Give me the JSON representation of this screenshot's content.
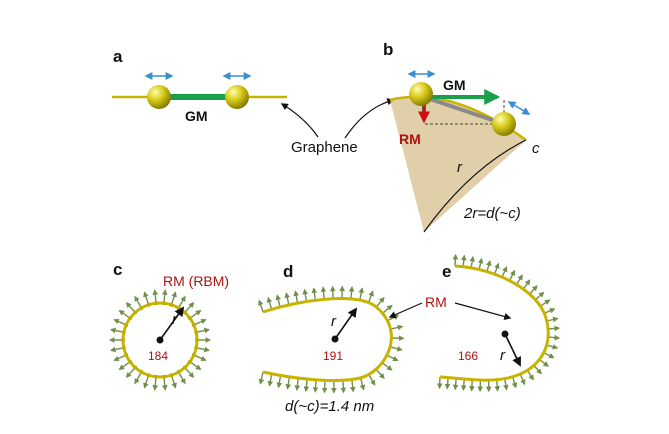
{
  "panels": {
    "a": {
      "letter": "a",
      "gm_label": "GM"
    },
    "b": {
      "letter": "b",
      "gm_label": "GM",
      "rm_label": "RM",
      "c_label": "c",
      "r_label": "r",
      "relation_label": "2r=d(~c)"
    },
    "graphene_label": "Graphene",
    "c": {
      "letter": "c",
      "mode_label": "RM (RBM)",
      "r_label": "r",
      "frequency": "184"
    },
    "d": {
      "letter": "d",
      "r_label": "r",
      "frequency": "191",
      "diameter_label": "d(~c)=1.4 nm"
    },
    "e": {
      "letter": "e",
      "r_label": "r",
      "frequency": "166"
    },
    "shared_rm_label": "RM"
  },
  "colors": {
    "graphene_line": "#c8b400",
    "atom": "#bdb000",
    "gm_arrow": "#1aa04a",
    "rm_arrow": "#cc1010",
    "vibration_arrow": "#3a8fd0",
    "sector_fill": "#dcc79a",
    "displacement_arrows": "#6f8f4a",
    "label_red": "#b01010"
  }
}
